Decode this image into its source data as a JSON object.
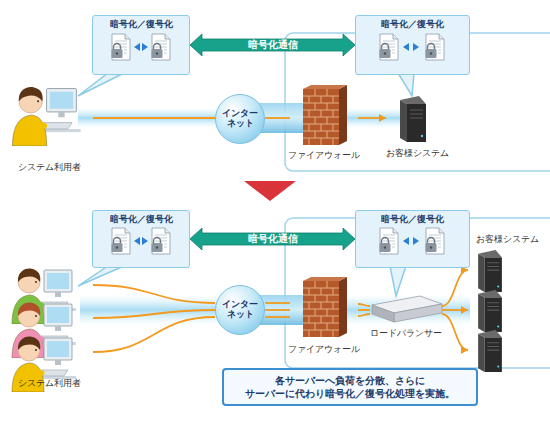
{
  "diagram": {
    "nodes": [
      {
        "text": [
          "暗号化／復号化"
        ]
      },
      {
        "text": [
          "暗号化／復号化"
        ]
      },
      {
        "text": [
          "システム利用者"
        ]
      },
      {
        "text": [
          "インター ネット"
        ]
      },
      {
        "text": [
          "ファイアウォール"
        ]
      },
      {
        "text": [
          "お客様システム"
        ]
      },
      {
        "text": [
          "暗号化／復号化"
        ]
      },
      {
        "text": [
          "暗号化／復号化"
        ]
      },
      {
        "text": [
          "システム利用者"
        ]
      },
      {
        "text": [
          "インター ネット"
        ]
      },
      {
        "text": [
          "ファイアウォール"
        ]
      },
      {
        "text": [
          "ロードバランサー"
        ]
      },
      {
        "text": [
          "お客様システム"
        ]
      },
      {
        "text": [
          "各サーバーへ負荷を分散、さらに サーバーに代わり暗号化／復号化処理を実施。"
        ]
      }
    ],
    "edges": [
      {
        "from": 0,
        "to": 1,
        "label": "暗号化通信",
        "arrow": "both"
      },
      {
        "from": 2,
        "to": 3,
        "arrow": "none"
      },
      {
        "from": 3,
        "to": 4,
        "arrow": "none"
      },
      {
        "from": 4,
        "to": 5,
        "arrow": "to"
      },
      {
        "from": 6,
        "to": 7,
        "label": "暗号化通信",
        "arrow": "both"
      },
      {
        "from": 8,
        "to": 9,
        "arrow": "none"
      },
      {
        "from": 9,
        "to": 10,
        "arrow": "none"
      },
      {
        "from": 10,
        "to": 11,
        "arrow": "none"
      },
      {
        "from": 11,
        "to": 12,
        "arrow": "to"
      }
    ]
  }
}
